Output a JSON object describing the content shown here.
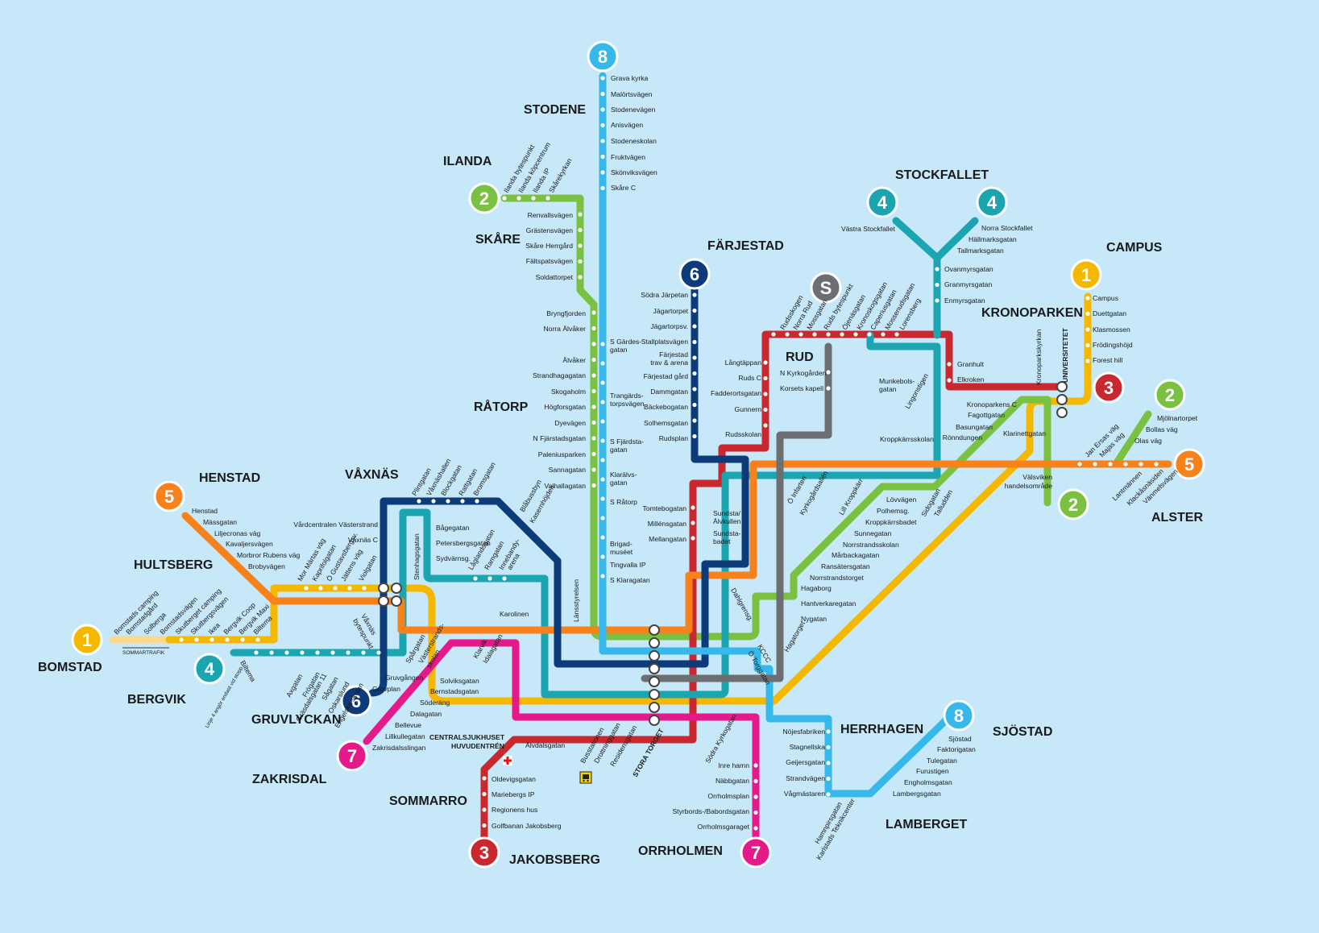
{
  "areas": {
    "stodene": "STODENE",
    "ilanda": "ILANDA",
    "skare": "SKÅRE",
    "farjestad": "FÄRJESTAD",
    "stockfallet": "STOCKFALLET",
    "campus": "CAMPUS",
    "kronoparken": "KRONOPARKEN",
    "rud": "RUD",
    "ratorp": "RÅTORP",
    "henstad": "HENSTAD",
    "vaxnas": "VÅXNÄS",
    "hultsberg": "HULTSBERG",
    "bomstad": "BOMSTAD",
    "bergvik": "BERGVIK",
    "gruvlyckan": "GRUVLYCKAN",
    "zakrisdal": "ZAKRISDAL",
    "sommarro": "SOMMARRO",
    "jakobsberg": "JAKOBSBERG",
    "orrholmen": "ORRHOLMEN",
    "herrhagen": "HERRHAGEN",
    "lamberget": "LAMBERGET",
    "sjostad": "SJÖSTAD",
    "alster": "ALSTER"
  },
  "badges": {
    "b8_top": "8",
    "b2_ilanda": "2",
    "b6_farjestad": "6",
    "bS": "S",
    "b4_vastra": "4",
    "b4_norra": "4",
    "b1_campus": "1",
    "b3_univ": "3",
    "b2_mjolnar": "2",
    "b5_alster": "5",
    "b2_valsviken": "2",
    "b5_henstad": "5",
    "b1_bomstad": "1",
    "b4_bergvik": "4",
    "b6_gruvplan": "6",
    "b7_zakrisdal": "7",
    "b3_jakobsberg": "3",
    "b7_orrholmen": "7",
    "b8_sjostad": "8"
  },
  "labels": {
    "sommartrafik": "SOMMARTRAFIK",
    "stora_torget": "STORA TORGET",
    "centralsjukhuset": "CENTRALSJUKHUSET",
    "huvudentren": "HUVUDENTRÉN",
    "universitetet": "UNIVERSITETET",
    "biltema_note": "Linje 4 angör endast vid stopp"
  },
  "stops": {
    "l8_north": [
      "Grava kyrka",
      "Malörtsvägen",
      "Stodenevägen",
      "Anisvägen",
      "Stodeneskolan",
      "Fruktvägen",
      "Skönviksvägen",
      "Skåre C"
    ],
    "l8_middle": [
      "S Gärdes-",
      "gatan",
      "Trangärds-",
      "torpsvägen",
      "S Fjärdsta-",
      "gatan",
      "Klarälvs-",
      "gatan",
      "S Råtorp",
      "Brigad-",
      "muséet",
      "Tingvalla IP",
      "S Klaragatan"
    ],
    "l2_west": [
      "Renvallsvägen",
      "Grästensvägen",
      "Skåre Herrgård",
      "Fältspatsvägen",
      "Soldattorpet",
      "Bryngfjorden",
      "Norra Älvåker",
      "Älvåker",
      "Strandhagagatan",
      "Skogaholm",
      "Högforsgatan",
      "Dyevägen",
      "N Fjärstadsgatan",
      "Paleniusparken",
      "Sannagatan",
      "Valhallagatan"
    ],
    "l2_ilanda": [
      "Ilanda bytespunkt",
      "Ilanda köpcentrum",
      "Ilanda IP",
      "Skårekyrkan"
    ],
    "l6_north": [
      "Södra Järpetan",
      "Jägartorpet",
      "Jägartorpsv.",
      "Stallplatsvägen",
      "Färjestad",
      "trav & arena",
      "Färjestad gård",
      "Dammgatan",
      "Bäckebogatan",
      "Solhemsgatan",
      "Rudsplan"
    ],
    "l6_mid": [
      "Tomtebogatan",
      "Millénsgatan",
      "Mellangatan"
    ],
    "rud_left": [
      "Långtäppan",
      "Ruds C",
      "Fadderortsgatan",
      "Gunnern",
      "Rudsskolan"
    ],
    "rud_right": [
      "N Kyrkogården",
      "Korsets kapell"
    ],
    "l3_top": [
      "Rudsskogen",
      "Norra Rud",
      "Mossgatan",
      "Ruds bytespunkt",
      "Öjenäsgatan",
      "Kronoskogsgatan",
      "Caperiusgatan",
      "Mossenudsgatan",
      "Lorensberg"
    ],
    "l3_right": [
      "Granhult",
      "Elkroken"
    ],
    "l4_stockfallet": [
      "Västra Stockfallet",
      "Norra Stockfallet",
      "Hällmarksgatan",
      "Tallmarksgatan",
      "Ovanmyrsgatan",
      "Granmyrsgatan",
      "Enmyrsgatan"
    ],
    "l4_munkebol": [
      "Munkebols-",
      "gatan",
      "Lingonstigen",
      "Kroppkärrsskolan"
    ],
    "l1_campus": [
      "Campus",
      "Duettgatan",
      "Klasmossen",
      "Frödingshöjd",
      "Forest hill"
    ],
    "kronoparken": [
      "Kronoparkens C",
      "Fagottgatan",
      "Basungatan",
      "Rönndungen",
      "Klarinettgatan",
      "Kronoparkskyrkan"
    ],
    "mjolnar": [
      "Mjölnartorpet",
      "Bollas väg",
      "Olas väg",
      "Jan Ersas väg",
      "Majas väg"
    ],
    "alster": [
      "Lantmännen",
      "Klackåsnäsiden",
      "Vänmelsvägen"
    ],
    "valsviken": [
      "Välsviken",
      "handelsområde"
    ],
    "l2_east": [
      "Lövvägen",
      "Polhemsg.",
      "Kroppkärrsbadet",
      "Sunnegatan",
      "Norrstrandsskolan",
      "Mårbackagatan",
      "Ransätersgatan",
      "Norrstrandstorget",
      "Hagaborg",
      "Hantverkaregatan",
      "Nygatan"
    ],
    "kyrko": [
      "Ö Infarten",
      "Kyrkogårdsallén",
      "Lill Kroppkärr",
      "Sidogatan",
      "Talludden"
    ],
    "sundsta": [
      "Sundsta/",
      "Älvkullen",
      "Sundsta-",
      "badet"
    ],
    "henstad": [
      "Henstad",
      "Mässgatan",
      "Liljecronas väg",
      "Kavaljersvägen",
      "Morbror Rubens väg",
      "Brobyvägen"
    ],
    "vaxnas_stops": [
      "Vårdcentralen Västerstrand",
      "Våxnäs C",
      "Plintgatan",
      "Våxnäshallen",
      "Blockgatan",
      "Rattgatan",
      "Bromsgatan",
      "Bågegatan",
      "Petersbergsgatan",
      "Sydvärnsg.",
      "Stenhagsgatan",
      "Blåbussbyn",
      "Kasernhöjden",
      "Låglandsgatan",
      "Ramgatan",
      "Innebandy-",
      "arena"
    ],
    "hultsberg_diag": [
      "Mor Märtas väg",
      "Kaprifolgatan",
      "Ö Gustavsbergsv.",
      "Jättens väg",
      "Violgatan"
    ],
    "bomstad": [
      "Bomstads camping",
      "Bomstadgård",
      "Solberga",
      "Bomstadsvägen",
      "Skutberget camping",
      "Skutbergsvägen",
      "Ikea",
      "Bergvik Coop",
      "Bergvik Maxi",
      "Biltema"
    ],
    "bergvik": [
      "Biltema",
      "Axgatan",
      "Frögatan",
      "Gräsdalsgatan 11",
      "Sågatan",
      "Oskarslund",
      "Engelska skolan"
    ],
    "gruv": [
      "Gruvgången",
      "Gruvplan",
      "Våxnäs",
      "bytespunkt"
    ],
    "l7_west": [
      "Spårgatan",
      "Västerstrands-",
      "skolan",
      "Klarvik",
      "Idalagatan",
      "Solviksgatan",
      "Bernstadsgatan",
      "Söderäng",
      "Dalagatan",
      "Bellevue",
      "Lillkullegatan",
      "Zakrisdalsslingan"
    ],
    "center": [
      "Karolinen",
      "Länsstyrelsen",
      "Dahlgrensg.",
      "KCCC",
      "Ö Torggatan",
      "Hagatorget"
    ],
    "stora_torget_stops": [
      "Busstationen",
      "Drottninggatan",
      "Residensgatan"
    ],
    "l3_south": [
      "Älvdalsgatan",
      "Oldevigsgatan",
      "Mariebergs IP",
      "Regionens hus",
      "Golfbanan Jakobsberg"
    ],
    "l7_south": [
      "Södra Kyrkogatan",
      "Inre hamn",
      "Näbbgatan",
      "Orrholmsplan",
      "Styrbords-/Babordsgatan",
      "Orrholmsgaraget"
    ],
    "herrhagen": [
      "Nöjesfabriken",
      "Stagnellska",
      "Geijersgatan",
      "Strandvägen",
      "Vågmästaren"
    ],
    "sjostad": [
      "Sjöstad",
      "Faktorigatan",
      "Tulegatan",
      "Furustigen",
      "Engholmsgatan",
      "Lambergsgatan",
      "Hamnpirsgatan",
      "Karlstads Teknikcenter"
    ]
  },
  "colors": {
    "l1": "#f5b800",
    "l1_summer": "#fad98a",
    "l2": "#7ac142",
    "l3": "#c8282e",
    "l4": "#1aa5b0",
    "l5": "#f7821b",
    "l6": "#0d3b7a",
    "l7": "#e6198a",
    "l8": "#36b9ea",
    "lS": "#6d6e71",
    "background": "#c6e8f8"
  },
  "icons": [
    "hospital-cross-icon",
    "bus-station-icon"
  ]
}
